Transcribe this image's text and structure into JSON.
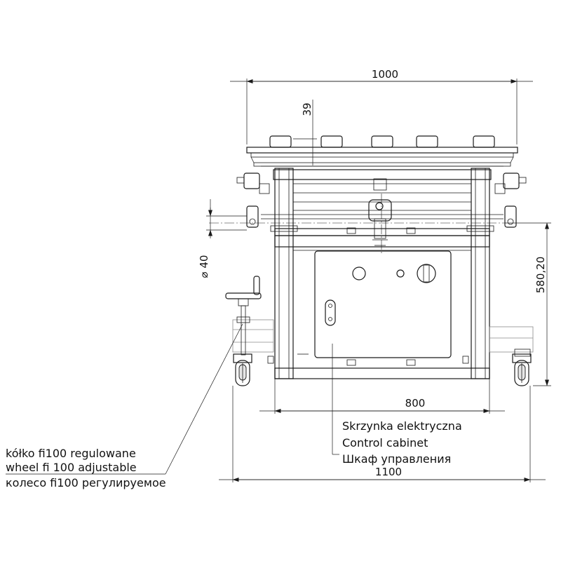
{
  "dimensions": {
    "top_width": "1000",
    "top_offset": "39",
    "pipe_diameter": "⌀ 40",
    "height": "580,20",
    "base_width": "800",
    "total_width": "1100"
  },
  "labels": {
    "cabinet": [
      "Skrzynka elektryczna",
      "Control cabinet",
      "Шкаф управления"
    ],
    "wheel": [
      "kółko fi100 regulowane",
      "wheel fi 100 adjustable",
      "колесо fi100 регулируемое"
    ]
  }
}
